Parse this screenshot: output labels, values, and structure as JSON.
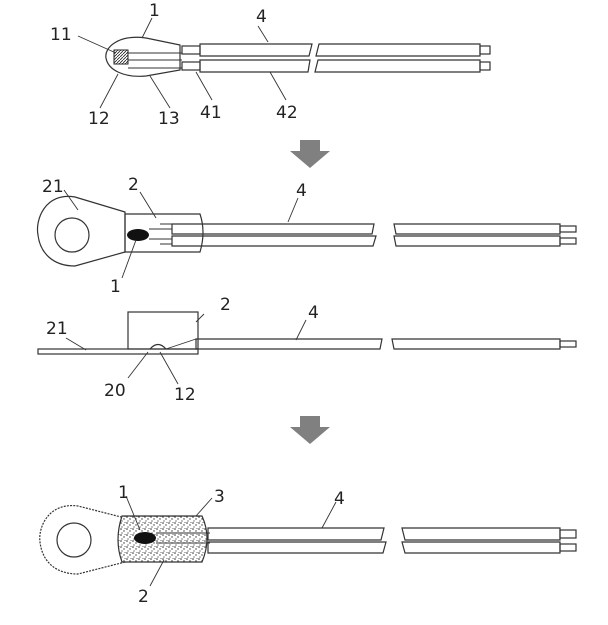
{
  "labels": {
    "fig1": {
      "n1": "1",
      "n11": "11",
      "n12": "12",
      "n13": "13",
      "n4": "4",
      "n41": "41",
      "n42": "42"
    },
    "fig2": {
      "n21": "21",
      "n2": "2",
      "n4": "4",
      "n1": "1"
    },
    "fig3": {
      "n21": "21",
      "n2": "2",
      "n4": "4",
      "n20": "20",
      "n12": "12"
    },
    "fig4": {
      "n1": "1",
      "n3": "3",
      "n4": "4",
      "n2": "2"
    }
  },
  "colors": {
    "arrow": "#808080",
    "line": "#333333",
    "sensor": "#111111"
  },
  "icons": {
    "step_arrow": "down-arrow-icon"
  }
}
